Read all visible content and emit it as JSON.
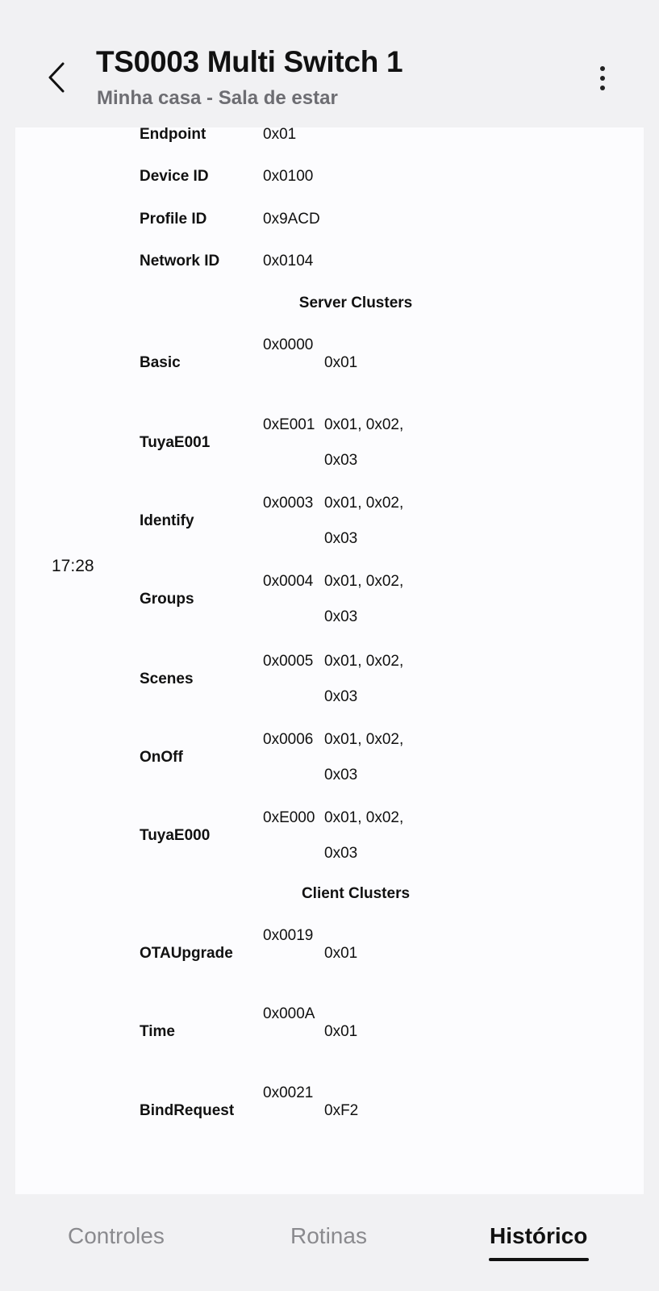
{
  "header": {
    "title": "TS0003 Multi Switch 1",
    "subtitle": "Minha casa - Sala de estar",
    "back_icon": "chevron-left-icon",
    "more_icon": "more-vertical-icon"
  },
  "timestamp": "17:28",
  "device_info": [
    {
      "label": "Endpoint",
      "value": "0x01"
    },
    {
      "label": "Device ID",
      "value": "0x0100"
    },
    {
      "label": "Profile ID",
      "value": "0x9ACD"
    },
    {
      "label": "Network ID",
      "value": "0x0104"
    }
  ],
  "server_clusters": {
    "heading": "Server Clusters",
    "items": [
      {
        "name": "Basic",
        "id": "0x0000",
        "endpoints": "0x01"
      },
      {
        "name": "TuyaE001",
        "id": "0xE001",
        "endpoints": "0x01, 0x02, 0x03"
      },
      {
        "name": "Identify",
        "id": "0x0003",
        "endpoints": "0x01, 0x02, 0x03"
      },
      {
        "name": "Groups",
        "id": "0x0004",
        "endpoints": "0x01, 0x02, 0x03"
      },
      {
        "name": "Scenes",
        "id": "0x0005",
        "endpoints": "0x01, 0x02, 0x03"
      },
      {
        "name": "OnOff",
        "id": "0x0006",
        "endpoints": "0x01, 0x02, 0x03"
      },
      {
        "name": "TuyaE000",
        "id": "0xE000",
        "endpoints": "0x01, 0x02, 0x03"
      }
    ]
  },
  "client_clusters": {
    "heading": "Client Clusters",
    "items": [
      {
        "name": "OTAUpgrade",
        "id": "0x0019",
        "endpoints": "0x01"
      },
      {
        "name": "Time",
        "id": "0x000A",
        "endpoints": "0x01"
      },
      {
        "name": "BindRequest",
        "id": "0x0021",
        "endpoints": "0xF2"
      }
    ]
  },
  "tabs": [
    {
      "label": "Controles",
      "active": false
    },
    {
      "label": "Rotinas",
      "active": false
    },
    {
      "label": "Histórico",
      "active": true
    }
  ]
}
